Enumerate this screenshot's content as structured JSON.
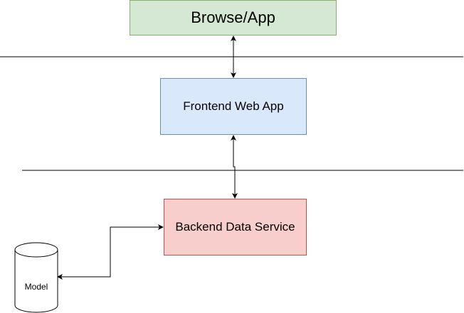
{
  "diagram": {
    "nodes": {
      "browse": {
        "label": "Browse/App",
        "fill": "#d5e8d4",
        "stroke": "#82b366"
      },
      "frontend": {
        "label": "Frontend Web App",
        "fill": "#dae8fc",
        "stroke": "#6c8ebf"
      },
      "backend": {
        "label": "Backend Data Service",
        "fill": "#f8cecc",
        "stroke": "#b85450"
      },
      "model": {
        "label": "Model",
        "shape": "cylinder"
      }
    },
    "edges": [
      {
        "from": "browse",
        "to": "frontend",
        "bidirectional": true
      },
      {
        "from": "frontend",
        "to": "backend",
        "bidirectional": true
      },
      {
        "from": "backend",
        "to": "model",
        "bidirectional": true
      }
    ],
    "separators": 2
  }
}
